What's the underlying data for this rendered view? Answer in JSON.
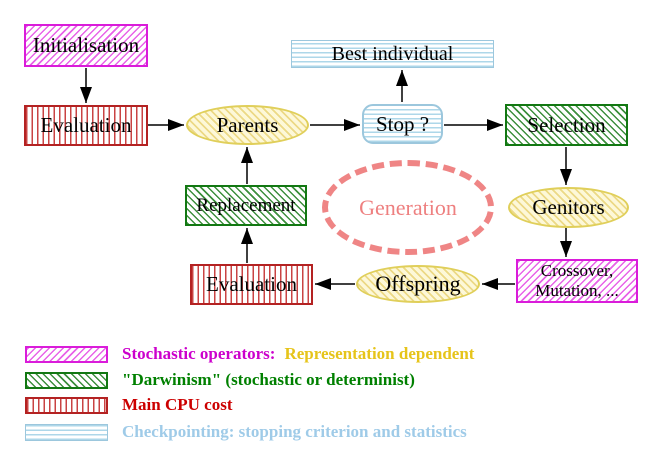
{
  "diagram": {
    "nodes": {
      "initialisation": "Initialisation",
      "evaluation_top": "Evaluation",
      "best_individual": "Best individual",
      "parents": "Parents",
      "stop": "Stop ?",
      "selection": "Selection",
      "replacement": "Replacement",
      "generation": "Generation",
      "genitors": "Genitors",
      "offspring": "Offspring",
      "evaluation_bottom": "Evaluation",
      "crossover_line1": "Crossover,",
      "crossover_line2": "Mutation, ..."
    },
    "edges": [
      {
        "from": "Initialisation",
        "to": "Evaluation"
      },
      {
        "from": "Evaluation",
        "to": "Parents"
      },
      {
        "from": "Parents",
        "to": "Stop ?"
      },
      {
        "from": "Stop ?",
        "to": "Best individual"
      },
      {
        "from": "Stop ?",
        "to": "Selection"
      },
      {
        "from": "Selection",
        "to": "Genitors"
      },
      {
        "from": "Genitors",
        "to": "Crossover, Mutation, ..."
      },
      {
        "from": "Crossover, Mutation, ...",
        "to": "Offspring"
      },
      {
        "from": "Offspring",
        "to": "Evaluation"
      },
      {
        "from": "Evaluation",
        "to": "Replacement"
      },
      {
        "from": "Replacement",
        "to": "Parents"
      }
    ]
  },
  "legend": {
    "items": [
      {
        "swatch": "magenta-diagonal-hatch",
        "text": "Stochastic operators:",
        "text2": "Representation dependent"
      },
      {
        "swatch": "green-diagonal-hatch",
        "text": "\"Darwinism\" (stochastic or determinist)"
      },
      {
        "swatch": "red-vertical-stripes",
        "text": "Main CPU cost"
      },
      {
        "swatch": "blue-horizontal-stripes",
        "text": "Checkpointing: stopping criterion and statistics"
      }
    ]
  },
  "colors": {
    "magenta_border": "#da1cda",
    "green_border": "#127812",
    "red_border": "#b42222",
    "light_blue_border": "#9cc7dd",
    "yellow_border": "#e0cf5a",
    "salmon_dashed": "#ef8585",
    "legend_magenta_text": "#cc00cc",
    "legend_gold_text": "#e6c41a",
    "legend_green_text": "#008000",
    "legend_red_text": "#cc0000",
    "legend_blue_text": "#9fcbe8"
  }
}
